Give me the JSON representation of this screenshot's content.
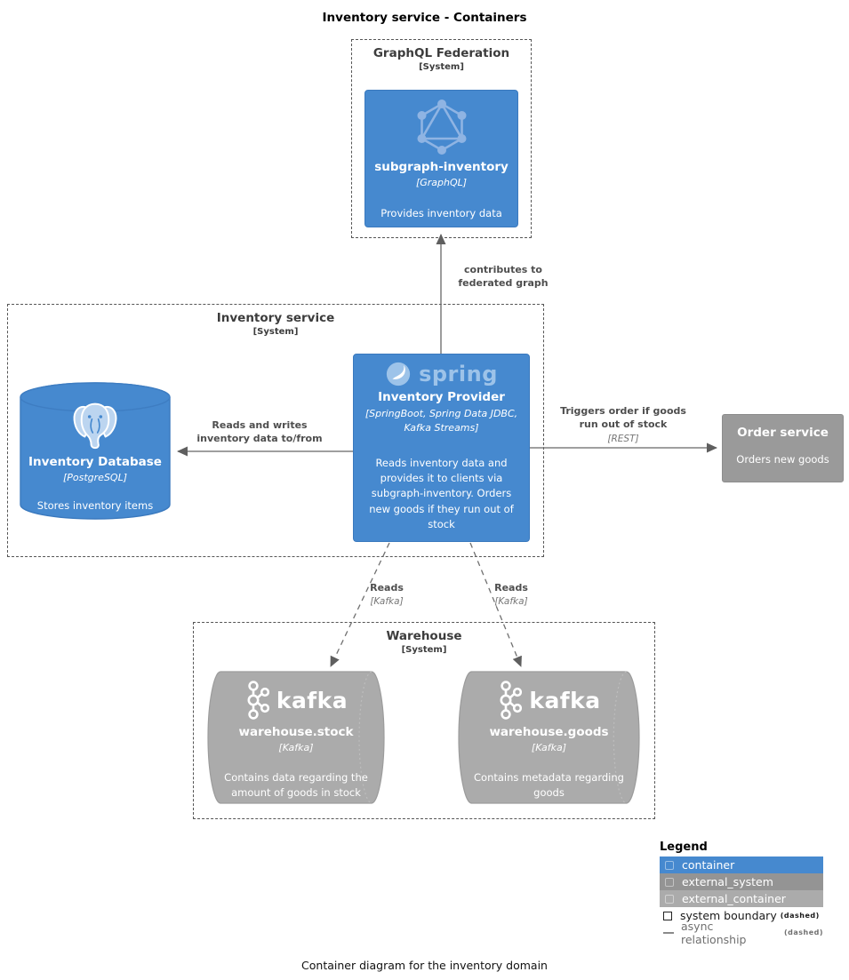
{
  "title": "Inventory service - Containers",
  "caption": "Container diagram for the inventory domain",
  "colors": {
    "container": "#4689CF",
    "container_border": "#3A79BE",
    "external_system": "#9A9A9A",
    "external_container": "#ABABAB",
    "boundary_line": "#555555",
    "arrow": "#666666",
    "icon_light_blue": "#9DC3E9"
  },
  "boundaries": {
    "graphql_federation": {
      "label": "GraphQL Federation",
      "type": "[System]"
    },
    "inventory_service": {
      "label": "Inventory service",
      "type": "[System]"
    },
    "warehouse": {
      "label": "Warehouse",
      "type": "[System]"
    }
  },
  "nodes": {
    "subgraph_inventory": {
      "name": "subgraph-inventory",
      "tech": "[GraphQL]",
      "description": "Provides inventory data",
      "icon": "graphql-icon"
    },
    "inventory_database": {
      "name": "Inventory Database",
      "tech": "[PostgreSQL]",
      "description": "Stores inventory items",
      "icon": "postgresql-icon"
    },
    "inventory_provider": {
      "name": "Inventory Provider",
      "tech": "[SpringBoot, Spring Data JDBC, Kafka Streams]",
      "description": "Reads inventory data and provides it to clients via subgraph-inventory. Orders new goods if they run out of stock",
      "icon": "spring-icon"
    },
    "order_service": {
      "name": "Order service",
      "description": "Orders new goods"
    },
    "warehouse_stock": {
      "name": "warehouse.stock",
      "tech": "[Kafka]",
      "description": "Contains data regarding the amount of goods in stock",
      "icon": "kafka-icon"
    },
    "warehouse_goods": {
      "name": "warehouse.goods",
      "tech": "[Kafka]",
      "description": "Contains metadata regarding goods",
      "icon": "kafka-icon"
    }
  },
  "wordmarks": {
    "spring": "spring",
    "kafka": "kafka"
  },
  "relationships": {
    "contributes": {
      "label": "contributes to federated graph"
    },
    "reads_writes": {
      "label": "Reads and writes inventory data to/from"
    },
    "triggers_order": {
      "label": "Triggers order if goods run out of stock",
      "tech": "[REST]"
    },
    "reads_stock": {
      "label": "Reads",
      "tech": "[Kafka]"
    },
    "reads_goods": {
      "label": "Reads",
      "tech": "[Kafka]"
    }
  },
  "legend": {
    "title": "Legend",
    "items": [
      {
        "label": "container"
      },
      {
        "label": "external_system"
      },
      {
        "label": "external_container"
      },
      {
        "label": "system boundary",
        "suffix": "(dashed)"
      },
      {
        "label": "async relationship",
        "suffix": "(dashed)"
      }
    ]
  }
}
